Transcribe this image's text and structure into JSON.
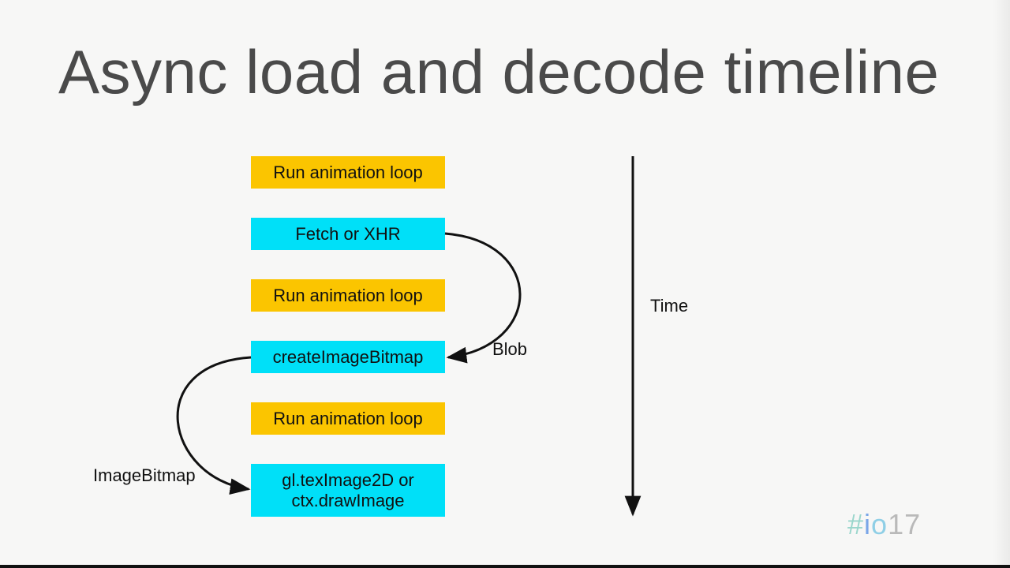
{
  "slide": {
    "title": "Async load and decode timeline",
    "steps": [
      {
        "label": "Run animation loop",
        "color": "#fbc500"
      },
      {
        "label": "Fetch or XHR",
        "color": "#00e0f8"
      },
      {
        "label": "Run animation loop",
        "color": "#fbc500"
      },
      {
        "label": "createImageBitmap",
        "color": "#00e0f8"
      },
      {
        "label": "Run animation loop",
        "color": "#fbc500"
      },
      {
        "label": "gl.texImage2D or\nctx.drawImage",
        "color": "#00e0f8"
      }
    ],
    "arrows": [
      {
        "from": "Fetch or XHR",
        "to": "createImageBitmap",
        "label": "Blob"
      },
      {
        "from": "createImageBitmap",
        "to": "gl.texImage2D or ctx.drawImage",
        "label": "ImageBitmap"
      }
    ],
    "time_axis_label": "Time",
    "logo": {
      "hash": "#",
      "i": "i",
      "o": "o",
      "num": "17"
    }
  }
}
